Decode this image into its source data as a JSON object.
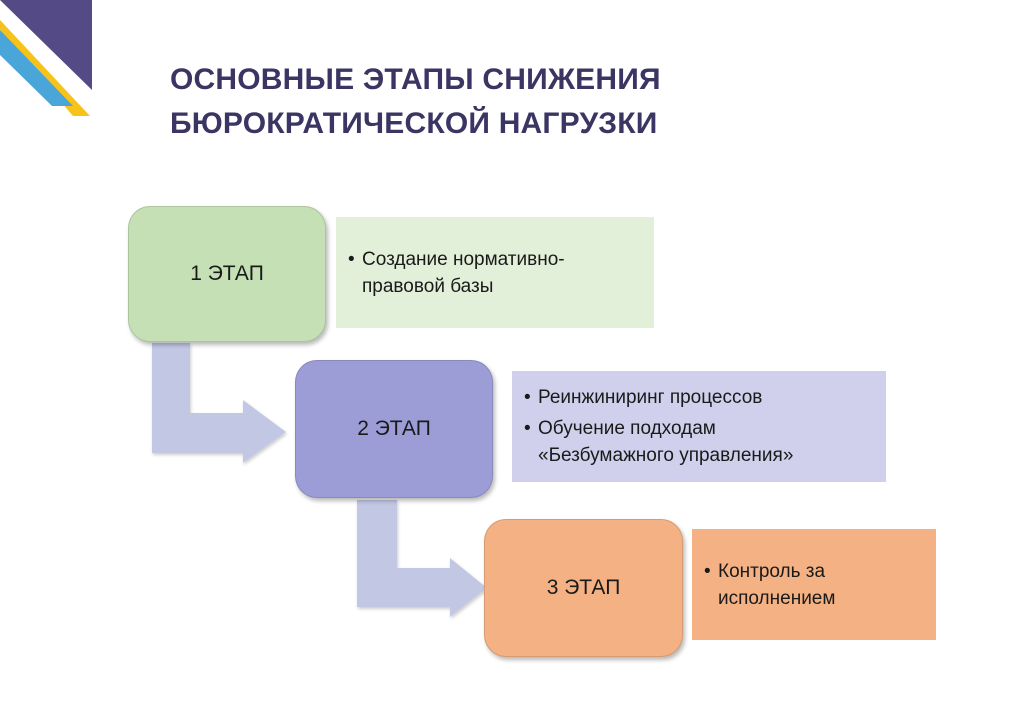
{
  "title": {
    "line1": "ОСНОВНЫЕ ЭТАПЫ СНИЖЕНИЯ",
    "line2": "БЮРОКРАТИЧЕСКОЙ НАГРУЗКИ",
    "color": "#3a3563"
  },
  "decoration": {
    "icon": "corner-stripes-icon",
    "colors": {
      "purple": "#544a85",
      "yellow": "#f7c21a",
      "blue": "#4aa6d9"
    }
  },
  "stages": [
    {
      "label": "1 ЭТАП",
      "color": "#c5e0b4",
      "desc_color": "#e2efd9",
      "bullet": "•",
      "items": [
        "Создание нормативно-\nправовой базы"
      ]
    },
    {
      "label": "2 ЭТАП",
      "color": "#9c9dd6",
      "desc_color": "#d0d0ec",
      "bullet": "•",
      "items": [
        "Реинжиниринг процессов",
        "Обучение подходам\n«Безбумажного управления»"
      ]
    },
    {
      "label": "3 ЭТАП",
      "color": "#f4b183",
      "desc_color": "#f4b183",
      "bullet": "•",
      "items": [
        "Контроль за\nисполнением"
      ]
    }
  ],
  "connector": {
    "icon": "bent-arrow-icon",
    "color": "#c2c8e4"
  }
}
